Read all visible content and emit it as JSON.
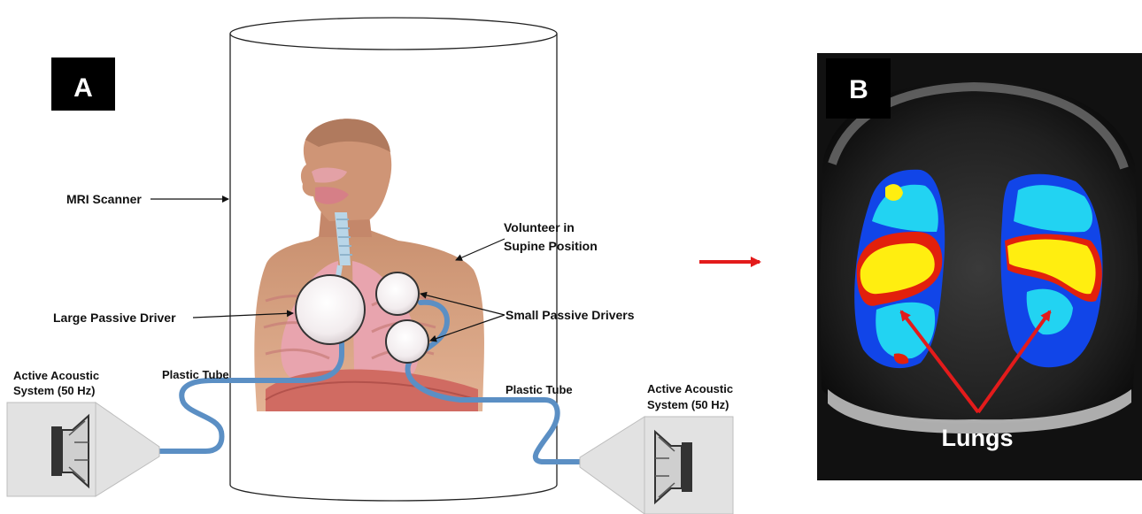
{
  "panel_a": {
    "letter": "A",
    "labels": {
      "mri_scanner": "MRI Scanner",
      "volunteer_line1": "Volunteer in",
      "volunteer_line2": "Supine Position",
      "large_driver": "Large Passive Driver",
      "small_drivers": "Small Passive Drivers",
      "tube_left": "Plastic Tube",
      "tube_right": "Plastic Tube",
      "acoustic_left_line1": "Active Acoustic",
      "acoustic_left_line2": "System (50 Hz)",
      "acoustic_right_line1": "Active Acoustic",
      "acoustic_right_line2": "System (50 Hz)"
    }
  },
  "panel_b": {
    "letter": "B",
    "lungs_label": "Lungs"
  },
  "colors": {
    "tube": "#5b8fc4",
    "arrow_red": "#e31b1b",
    "speaker_box": "#e2e2e2",
    "skin": "#d9a88a",
    "lung_pink": "#e8a4ae",
    "mri_background": "#151515",
    "map_cyan": "#22d3f2",
    "map_blue": "#1145e8",
    "map_yellow": "#ffee10",
    "map_red": "#e2200c"
  }
}
